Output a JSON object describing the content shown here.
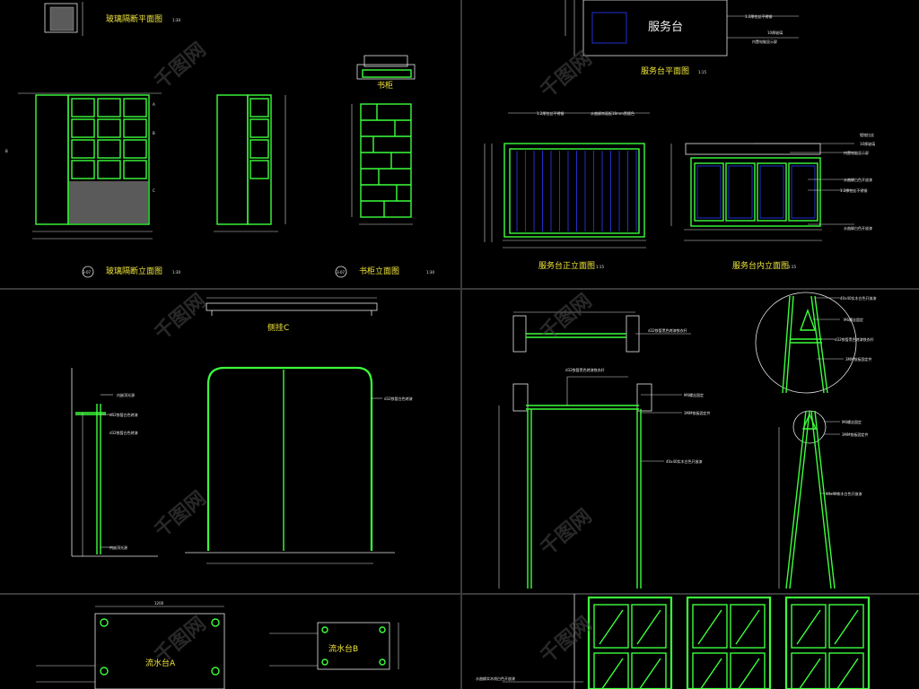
{
  "drawings": {
    "glass_partition_plan": {
      "title": "玻璃隔断平面图",
      "scale": "1:30"
    },
    "glass_partition_elev": {
      "title": "玻璃隔断立面图",
      "scale": "1:30",
      "tag": "3-07"
    },
    "bookcase_tag": {
      "label": "书柜"
    },
    "bookcase_elev": {
      "title": "书柜立面图",
      "scale": "1:30",
      "tag": "3-07"
    },
    "service_desk_plan": {
      "label": "服务台",
      "title": "服务台平面图",
      "scale": "1:15",
      "notes": [
        "1.2厚拉丝不锈钢",
        "10厚玻璃",
        "内置电脑显示屏"
      ]
    },
    "service_desk_front": {
      "title": "服务台正立面图",
      "scale": "1:15",
      "notes": [
        "1.2厚拉丝不锈钢",
        "水曲柳饰面板18mm黑檀色"
      ]
    },
    "service_desk_inner": {
      "title": "服务台内立面图",
      "scale": "1:15",
      "notes": [
        "镀铬拉丝",
        "10厚玻璃",
        "内置电脑显示屏",
        "1.2厚拉丝不锈钢",
        "水曲柳白色开放漆",
        "水曲柳白色开放漆"
      ]
    },
    "side_hanger": {
      "title": "侧挂C",
      "notes": [
        "内嵌顶光源",
        "d32铁管白色烤漆",
        "d32铁管白色烤漆",
        "内嵌顶光源",
        "d32铁管白色烤漆"
      ]
    },
    "rack": {
      "notes": [
        "d32铁管黑色烤漆铁衣杆",
        "d32铁管黑色烤漆铁衣杆",
        "M6螺丝固定",
        "3MM铁板固定件",
        "40x40实木白色开放漆"
      ]
    },
    "stand": {
      "notes": [
        "40x40实木白色开放漆",
        "M6螺丝固定",
        "d32铁管黑色烤漆铁衣杆",
        "3MM铁板固定件",
        "M6螺丝固定",
        "3MM铁板固定件",
        "40x40实木白色开放漆"
      ]
    },
    "sink_a": {
      "label": "流水台A",
      "dim": "1200"
    },
    "sink_b": {
      "label": "流水台B"
    },
    "cabinet": {
      "note": "水曲柳实木线白色开放漆"
    }
  },
  "watermark": "千图网"
}
